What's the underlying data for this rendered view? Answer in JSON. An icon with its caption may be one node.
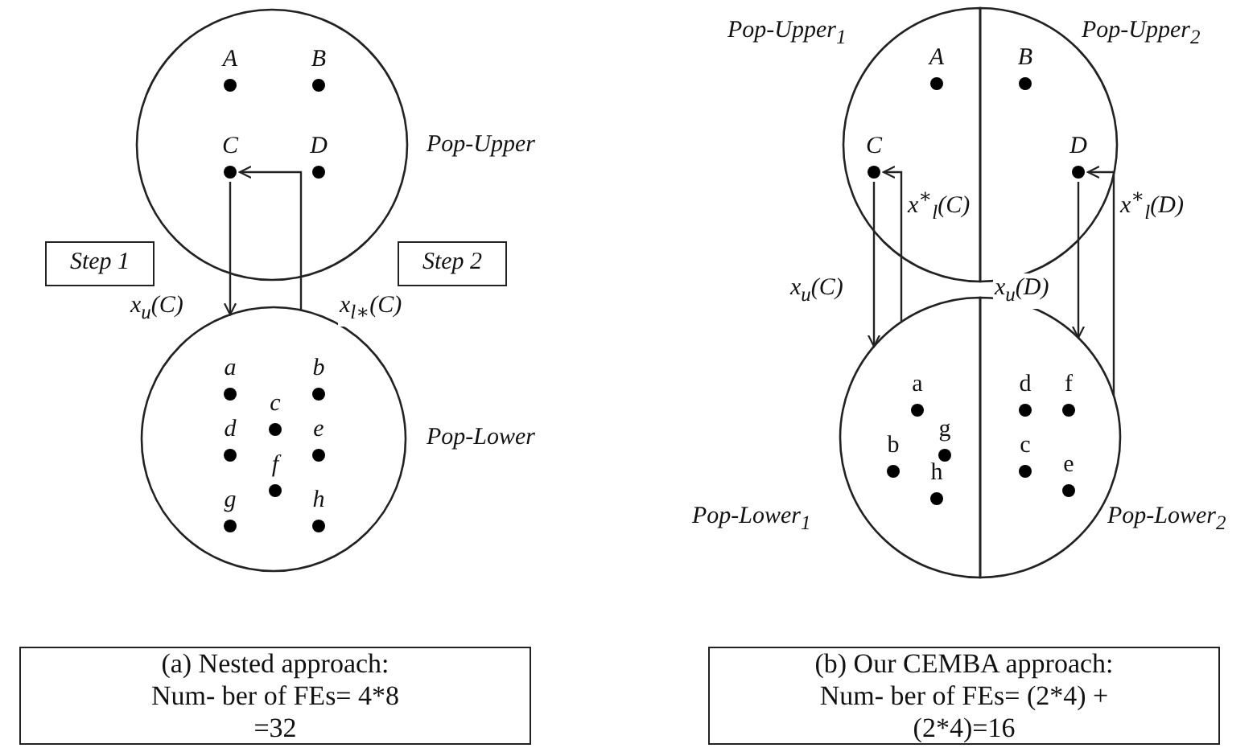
{
  "diagram": {
    "nodes": [
      {
        "text": [
          "Pop-Upper"
        ]
      },
      {
        "text": [
          "A"
        ],
        "in": 0
      },
      {
        "text": [
          "B"
        ],
        "in": 0
      },
      {
        "text": [
          "C"
        ],
        "in": 0
      },
      {
        "text": [
          "D"
        ],
        "in": 0
      },
      {
        "text": [
          "Pop-Lower"
        ]
      },
      {
        "text": [
          "a"
        ],
        "in": 5
      },
      {
        "text": [
          "b"
        ],
        "in": 5
      },
      {
        "text": [
          "c"
        ],
        "in": 5
      },
      {
        "text": [
          "d"
        ],
        "in": 5
      },
      {
        "text": [
          "e"
        ],
        "in": 5
      },
      {
        "text": [
          "f"
        ],
        "in": 5
      },
      {
        "text": [
          "g"
        ],
        "in": 5
      },
      {
        "text": [
          "h"
        ],
        "in": 5
      },
      {
        "text": [
          "Step 1"
        ]
      },
      {
        "text": [
          "Step 2"
        ]
      },
      {
        "text": [
          "Pop-Upper$_{1}$"
        ]
      },
      {
        "text": [
          "A"
        ],
        "in": 16
      },
      {
        "text": [
          "C"
        ],
        "in": 16
      },
      {
        "text": [
          "Pop-Upper$_{2}$"
        ]
      },
      {
        "text": [
          "B"
        ],
        "in": 19
      },
      {
        "text": [
          "D"
        ],
        "in": 19
      },
      {
        "text": [
          "Pop-Lower$_{1}$"
        ]
      },
      {
        "text": [
          "a"
        ],
        "in": 22
      },
      {
        "text": [
          "g"
        ],
        "in": 22
      },
      {
        "text": [
          "b"
        ],
        "in": 22
      },
      {
        "text": [
          "h"
        ],
        "in": 22
      },
      {
        "text": [
          "Pop-Lower$_{2}$"
        ]
      },
      {
        "text": [
          "d"
        ],
        "in": 27
      },
      {
        "text": [
          "f"
        ],
        "in": 27
      },
      {
        "text": [
          "c"
        ],
        "in": 27
      },
      {
        "text": [
          "e"
        ],
        "in": 27
      },
      {
        "text": [
          "(a) Nested approach: Num- ber of FEs= 4*8 =32"
        ]
      },
      {
        "text": [
          "(b) Our CEMBA approach: Num- ber of FEs= (2*4) + (2*4)=16"
        ]
      }
    ],
    "edges": [
      {
        "from": 3,
        "to": 5,
        "arrow": "to",
        "label": "x$_{u}$(C)"
      },
      {
        "from": 5,
        "to": 3,
        "arrow": "to",
        "label": "x$_{l∗}$(C)"
      },
      {
        "from": 18,
        "to": 22,
        "arrow": "to",
        "label": "x$_{u}$(C)"
      },
      {
        "from": 22,
        "to": 18,
        "arrow": "to",
        "label": "x$^{∗}$$_{l}$(C)"
      },
      {
        "from": 21,
        "to": 27,
        "arrow": "to",
        "label": "x$_{u}$(D)"
      },
      {
        "from": 27,
        "to": 21,
        "arrow": "to",
        "label": "x$^{∗}$$_{l}$(D)"
      }
    ]
  }
}
